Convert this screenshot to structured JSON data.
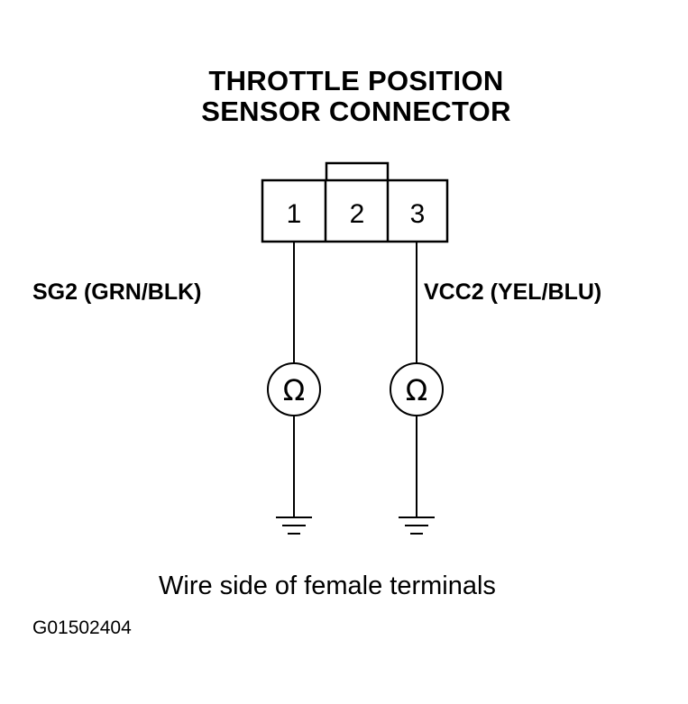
{
  "title": {
    "line1": "THROTTLE POSITION",
    "line2": "SENSOR CONNECTOR"
  },
  "connector": {
    "pins": [
      "1",
      "2",
      "3"
    ]
  },
  "wires": [
    {
      "label": "SG2 (GRN/BLK)",
      "meter_symbol": "Ω",
      "meter_icon": "ohmmeter-icon",
      "ground_icon": "ground-icon"
    },
    {
      "label": "VCC2 (YEL/BLU)",
      "meter_symbol": "Ω",
      "meter_icon": "ohmmeter-icon",
      "ground_icon": "ground-icon"
    }
  ],
  "caption": "Wire side of female terminals",
  "figure_id": "G01502404",
  "colors": {
    "line": "#000000",
    "background": "#ffffff"
  }
}
